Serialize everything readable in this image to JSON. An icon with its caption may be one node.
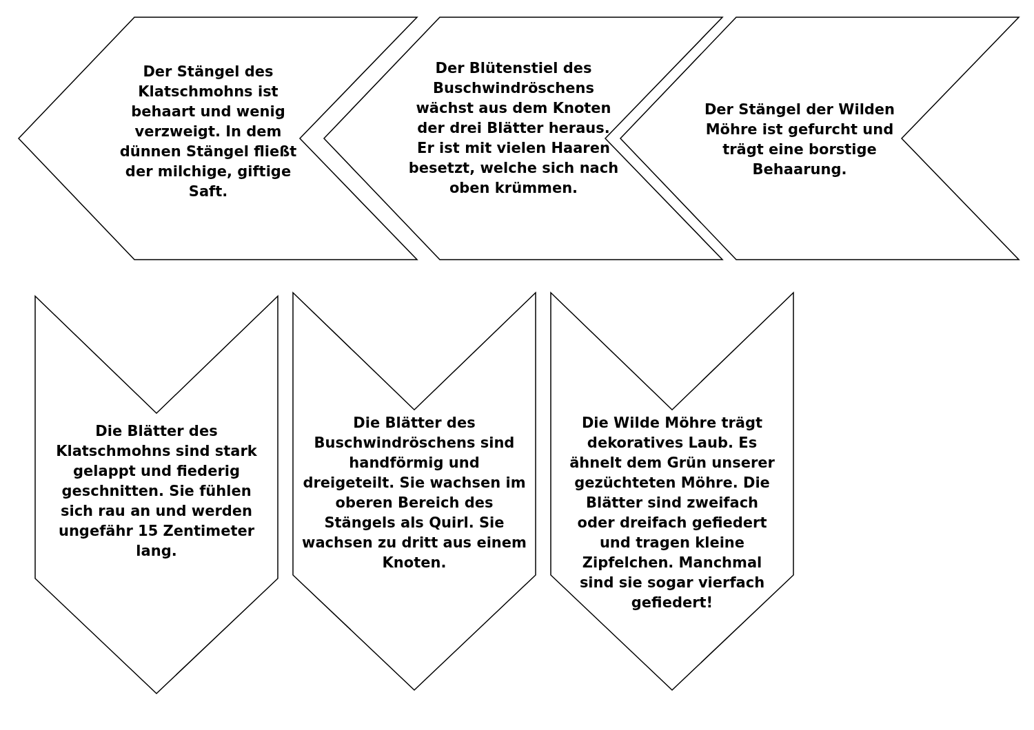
{
  "diagram": {
    "nodes": [
      {
        "text": [
          "Der Stängel des Klatschmohns ist behaart und wenig verzweigt. In dem dünnen Stängel fließt der milchige, giftige Saft."
        ]
      },
      {
        "text": [
          "Der Blütenstiel des Buschwindröschens wächst aus dem Knoten der drei Blätter heraus. Er ist mit vielen Haaren besetzt, welche sich nach oben krümmen."
        ]
      },
      {
        "text": [
          "Der Stängel der Wilden Möhre ist gefurcht und trägt eine borstige Behaarung."
        ]
      },
      {
        "text": [
          "Die Blätter des Klatschmohns sind stark gelappt und fiederig geschnitten. Sie fühlen sich rau an und werden ungefähr 15 Zentimeter lang."
        ]
      },
      {
        "text": [
          "Die Blätter des Buschwindröschens sind handförmig und dreigeteilt. Sie wachsen im oberen Bereich des Stängels als Quirl. Sie wachsen zu dritt aus einem Knoten."
        ]
      },
      {
        "text": [
          "Die Wilde Möhre trägt dekoratives Laub. Es ähnelt dem Grün unserer gezüchteten Möhre. Die Blätter sind zweifach oder dreifach gefiedert und tragen kleine Zipfelchen. Manchmal sind sie sogar vierfach gefiedert!"
        ]
      }
    ]
  }
}
